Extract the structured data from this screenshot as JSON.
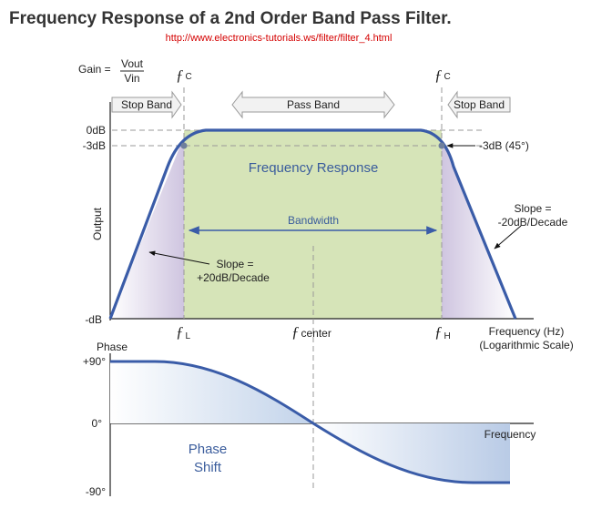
{
  "title": "Frequency Response of a 2nd Order Band Pass Filter.",
  "source_url": "http://www.electronics-tutorials.ws/filter/filter_4.html",
  "gain_formula": {
    "prefix": "Gain =",
    "numerator": "Vout",
    "denominator": "Vin"
  },
  "bands": {
    "stop_left": "Stop Band",
    "pass": "Pass Band",
    "stop_right": "Stop Band"
  },
  "cutoff_symbol": "ƒ",
  "cutoff_subscript": "C",
  "y_axis": {
    "label": "Output",
    "ticks": [
      "0dB",
      "-3dB",
      "-dB"
    ]
  },
  "x_axis": {
    "symbol": "ƒ",
    "low_sub": "L",
    "center_sub": "center",
    "high_sub": "H",
    "label_line1": "Frequency (Hz)",
    "label_line2": "(Logarithmic Scale)"
  },
  "annotations": {
    "response_title": "Frequency Response",
    "bandwidth": "Bandwidth",
    "minus3db_point": "-3dB (45°)",
    "slope_up_line1": "Slope =",
    "slope_up_line2": "+20dB/Decade",
    "slope_down_line1": "Slope =",
    "slope_down_line2": "-20dB/Decade"
  },
  "phase": {
    "title": "Phase",
    "ticks": [
      "+90°",
      "0°",
      "-90°"
    ],
    "x_label": "Frequency",
    "shift_line1": "Phase",
    "shift_line2": "Shift"
  },
  "colors": {
    "curve": "#3a5ca8",
    "passband_fill": "#d6e4b8",
    "rolloff_fill": "#d9d2e6",
    "phase_fill": "#c8d6ea",
    "label_blue": "#3a5c9c",
    "url_red": "#d40000"
  }
}
